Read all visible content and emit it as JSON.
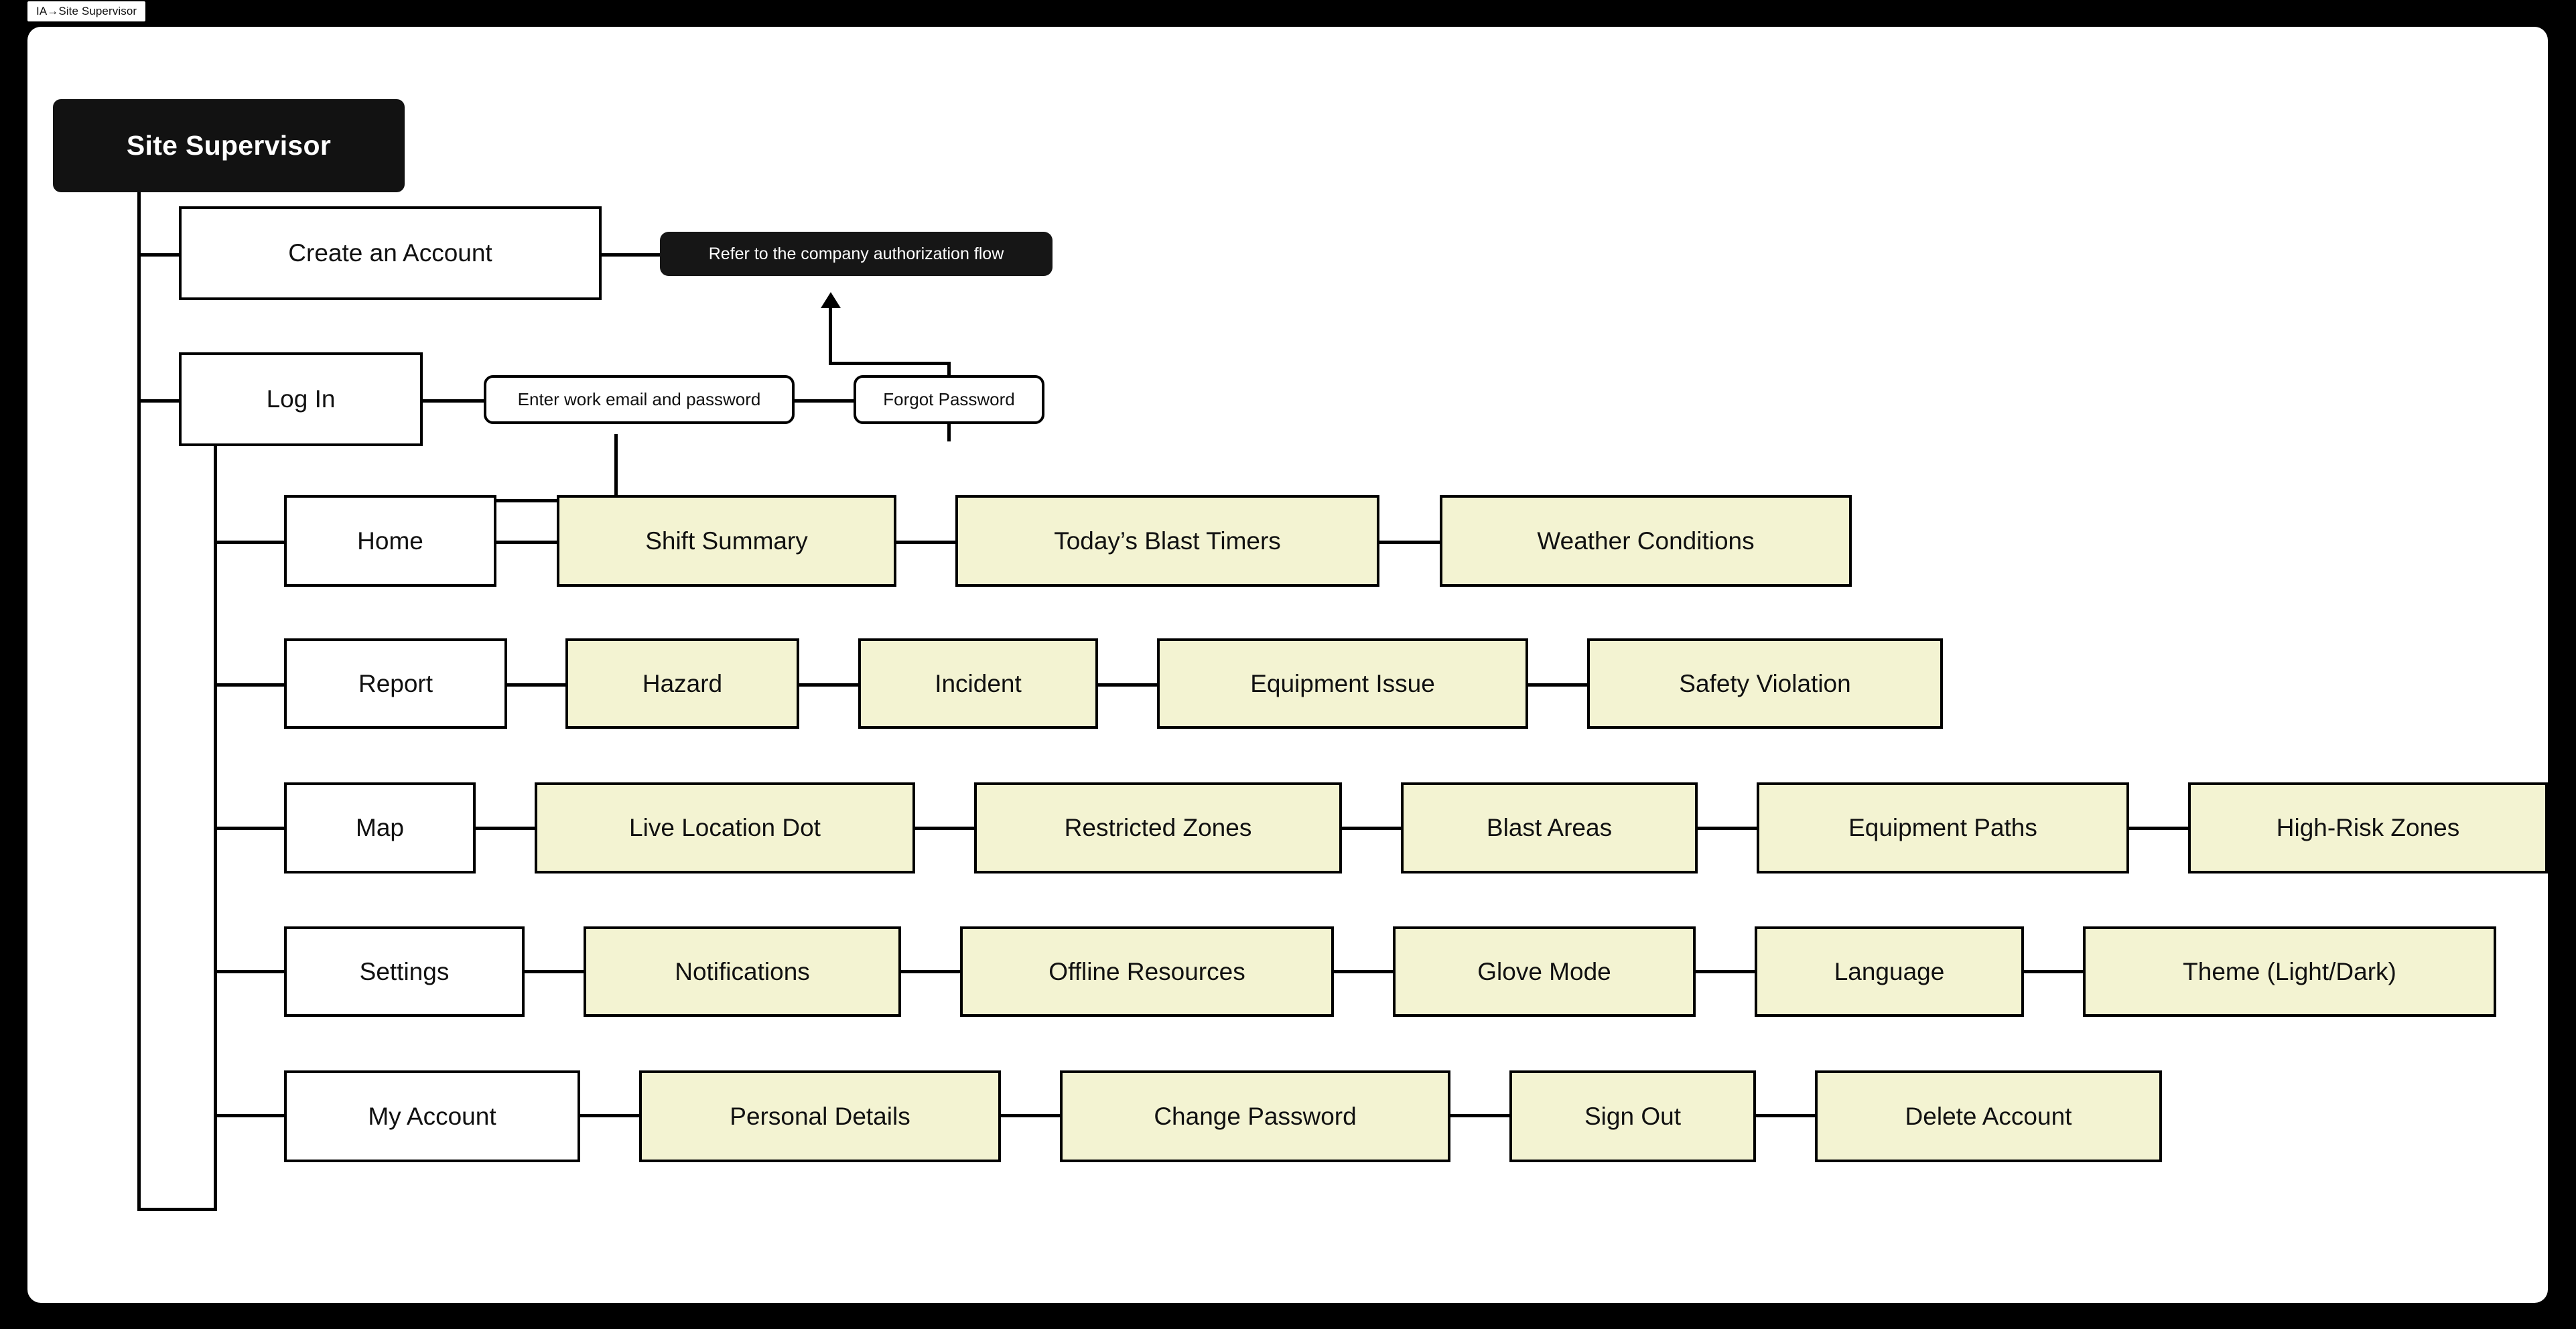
{
  "breadcrumb": {
    "label": "IA→Site Supervisor"
  },
  "diagram": {
    "type": "sitemap-tree",
    "root": {
      "label": "Site Supervisor"
    },
    "auth": {
      "create_account": {
        "label": "Create an Account"
      },
      "create_account_note": {
        "label": "Refer to the company authorization flow"
      },
      "login": {
        "label": "Log In"
      },
      "login_step": {
        "label": "Enter work email and password"
      },
      "forgot_password": {
        "label": "Forgot Password"
      }
    },
    "sections": [
      {
        "label": "Home",
        "children": [
          {
            "label": "Shift Summary"
          },
          {
            "label": "Today’s Blast Timers"
          },
          {
            "label": "Weather Conditions"
          }
        ]
      },
      {
        "label": "Report",
        "children": [
          {
            "label": "Hazard"
          },
          {
            "label": "Incident"
          },
          {
            "label": "Equipment Issue"
          },
          {
            "label": "Safety Violation"
          }
        ]
      },
      {
        "label": "Map",
        "children": [
          {
            "label": "Live Location Dot"
          },
          {
            "label": "Restricted Zones"
          },
          {
            "label": "Blast Areas"
          },
          {
            "label": "Equipment Paths"
          },
          {
            "label": "High-Risk Zones"
          }
        ]
      },
      {
        "label": "Settings",
        "children": [
          {
            "label": "Notifications"
          },
          {
            "label": "Offline Resources"
          },
          {
            "label": "Glove Mode"
          },
          {
            "label": "Language"
          },
          {
            "label": "Theme (Light/Dark)"
          }
        ]
      },
      {
        "label": "My Account",
        "children": [
          {
            "label": "Personal Details"
          },
          {
            "label": "Change Password"
          },
          {
            "label": "Sign Out"
          },
          {
            "label": "Delete Account"
          }
        ]
      }
    ],
    "colors": {
      "background": "#000000",
      "board": "#ffffff",
      "root_fill": "#121212",
      "note_fill": "#161616",
      "leaf_fill": "#f3f3d2",
      "stroke": "#000000",
      "text": "#111111"
    }
  }
}
